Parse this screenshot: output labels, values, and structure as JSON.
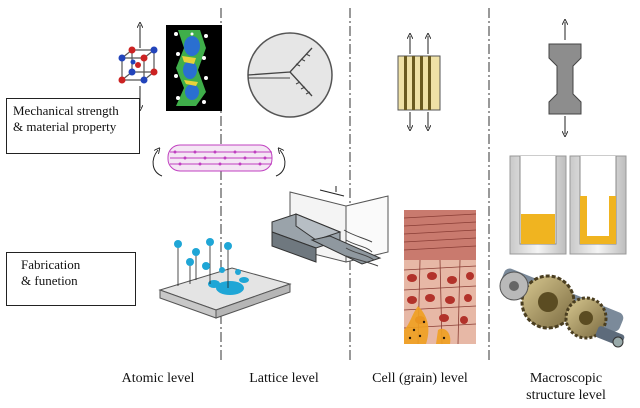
{
  "boxes": {
    "mechanical": [
      "Mechanical strength",
      "& material property"
    ],
    "fabrication": [
      "Fabrication",
      "& funetion"
    ]
  },
  "levels": {
    "atomic": "Atomic level",
    "lattice": "Lattice level",
    "cell": "Cell (grain) level",
    "macro": [
      "Macroscopic",
      "structure level"
    ]
  },
  "colors": {
    "divider": "#333333",
    "accent_blue": "#1fa6d6",
    "yellow_fill": "#f0b420",
    "magenta_tube": "#c040c0"
  }
}
